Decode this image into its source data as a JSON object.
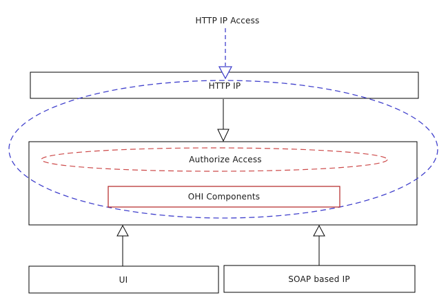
{
  "diagram": {
    "external_label": "HTTP IP Access",
    "nodes": {
      "http_ip": {
        "label": "HTTP IP"
      },
      "authorize_access": {
        "label": "Authorize Access"
      },
      "ohi_components": {
        "label": "OHI Components"
      },
      "ui": {
        "label": "UI"
      },
      "soap_ip": {
        "label": "SOAP based IP"
      }
    },
    "colors": {
      "boundary_ellipse_blue": "#4040cc",
      "authorize_ellipse_red": "#cc4747",
      "ohi_box_red": "#b22222",
      "box_border_black": "#000000",
      "arrow_black": "#000000",
      "text_color": "#1a1a1a",
      "background": "#ffffff"
    }
  }
}
